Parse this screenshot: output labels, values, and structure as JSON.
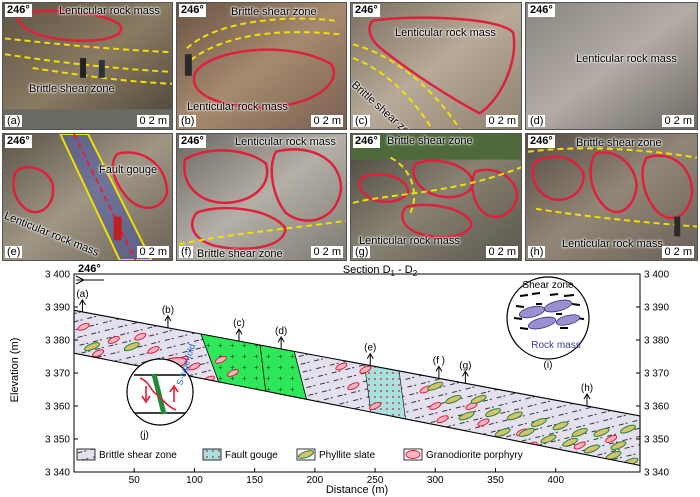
{
  "photos": [
    {
      "id": "a",
      "azimuth": "246°",
      "panel": "(a)",
      "scale": "0   2 m",
      "labels": [
        "Lenticular rock mass",
        "Brittle shear zone"
      ],
      "tone": [
        "#6b5d4c",
        "#8a7a62",
        "#4d4a3e"
      ]
    },
    {
      "id": "b",
      "azimuth": "246°",
      "panel": "(b)",
      "scale": "0   2 m",
      "labels": [
        "Brittle shear zone",
        "Lenticular rock mass"
      ],
      "tone": [
        "#8c6f58",
        "#a68a70",
        "#6a5444"
      ]
    },
    {
      "id": "c",
      "azimuth": "246°",
      "panel": "(c)",
      "scale": "0   2 m",
      "labels": [
        "Lenticular rock mass",
        "Brittle shear zone"
      ],
      "tone": [
        "#9b8c7c",
        "#b8aa98",
        "#7d6f60"
      ]
    },
    {
      "id": "d",
      "azimuth": "246°",
      "panel": "(d)",
      "scale": "0   2 m",
      "labels": [
        "Lenticular rock mass"
      ],
      "tone": [
        "#8a8580",
        "#b2aca4",
        "#6e6964"
      ]
    },
    {
      "id": "e",
      "azimuth": "246°",
      "panel": "(e)",
      "scale": "0   2 m",
      "labels": [
        "Fault gouge",
        "Lenticular rock mass"
      ],
      "tone": [
        "#7a7264",
        "#a09684",
        "#5a5448"
      ]
    },
    {
      "id": "f",
      "azimuth": "246°",
      "panel": "(f)",
      "scale": "0   2 m",
      "labels": [
        "Lenticular rock mass",
        "Brittle shear zone"
      ],
      "tone": [
        "#8e8a84",
        "#b4b0a8",
        "#6c6860"
      ]
    },
    {
      "id": "g",
      "azimuth": "246°",
      "panel": "(g)",
      "scale": "0   2 m",
      "labels": [
        "Brittle shear zone",
        "Lenticular rock mass"
      ],
      "tone": [
        "#5e5a50",
        "#878272",
        "#48443c"
      ]
    },
    {
      "id": "h",
      "azimuth": "246°",
      "panel": "(h)",
      "scale": "0   2 m",
      "labels": [
        "Brittle shear zone",
        "Lenticular rock mass"
      ],
      "tone": [
        "#6e645a",
        "#928676",
        "#544c44"
      ]
    }
  ],
  "section": {
    "title_main": "Section D",
    "title_sub1": "1",
    "title_dash": " - D",
    "title_sub2": "2",
    "azimuth": "246°",
    "ylabel": "Elevation (m)",
    "xlabel": "Distance (m)",
    "xticks": [
      50,
      100,
      150,
      200,
      250,
      300,
      350,
      400
    ],
    "yticks": [
      "3 340",
      "3 350",
      "3 360",
      "3 370",
      "3 380",
      "3 390",
      "3 400"
    ],
    "ytick_values": [
      3340,
      3350,
      3360,
      3370,
      3380,
      3390,
      3400
    ],
    "xlim": [
      0,
      470
    ],
    "ylim": [
      3340,
      3400
    ],
    "locations": [
      {
        "label": "(a)",
        "x": 7
      },
      {
        "label": "(b)",
        "x": 78
      },
      {
        "label": "(c)",
        "x": 137
      },
      {
        "label": "(d)",
        "x": 172
      },
      {
        "label": "(e)",
        "x": 246
      },
      {
        "label": "(f )",
        "x": 303
      },
      {
        "label": "(g)",
        "x": 325
      },
      {
        "label": "(h)",
        "x": 426
      }
    ],
    "inset_i": {
      "title": "Shear zone",
      "subtitle": "Rock mass",
      "panel": "(i)"
    },
    "inset_j": {
      "text": "S-type fold",
      "panel": "(j)"
    },
    "legend": [
      "Brittle shear zone",
      "Fault  gouge",
      "Phyllite slate",
      "Granodiorite porphyry"
    ],
    "colors": {
      "shear": "#e4e0ee",
      "granodiorite": "#2ee85a",
      "gouge": "#a8e2dc",
      "lens_red": "#e0203a",
      "lens_fill": "#f4b6c4",
      "phyllite": "#d9c06a",
      "phyllite_green": "#1f8a3a"
    }
  }
}
